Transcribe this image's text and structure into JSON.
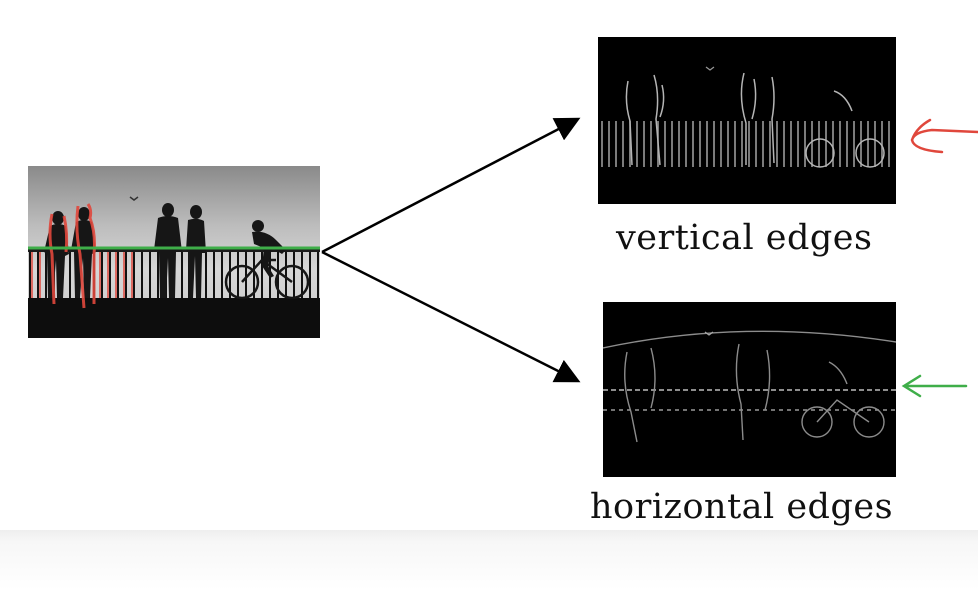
{
  "captions": {
    "vertical": "vertical edges",
    "horizontal": "horizontal edges"
  },
  "images": {
    "source": "source-photo-people-on-bridge",
    "vertical": "vertical-edge-detection-output",
    "horizontal": "horizontal-edge-detection-output"
  },
  "colors": {
    "vertical_highlight": "#e0473c",
    "horizontal_highlight": "#3fae49",
    "arrow": "#000000"
  }
}
